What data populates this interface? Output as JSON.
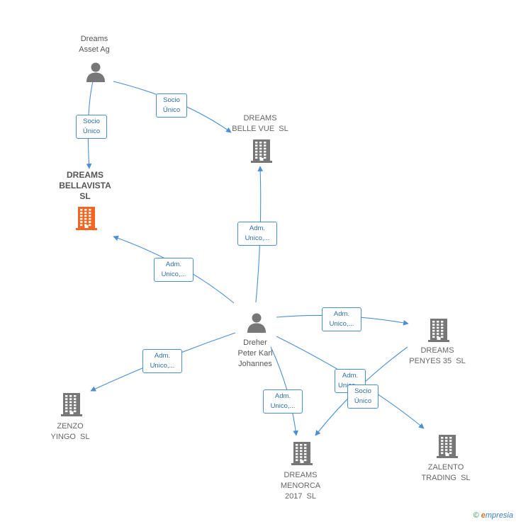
{
  "colors": {
    "edge": "#4a8fd6",
    "node_gray": "#777777",
    "node_focus": "#f26522"
  },
  "nodes": [
    {
      "id": "dreams_asset",
      "kind": "person",
      "label": "Dreams\nAsset Ag",
      "icon": "person-icon"
    },
    {
      "id": "dreams_bellavista",
      "kind": "company",
      "focus": true,
      "label": "DREAMS\nBELLAVISTA\nSL",
      "icon": "building-icon"
    },
    {
      "id": "dreams_bellevue",
      "kind": "company",
      "label": "DREAMS\nBELLE VUE  SL",
      "icon": "building-icon"
    },
    {
      "id": "dreher",
      "kind": "person",
      "label": "Dreher\nPeter Karl\nJohannes",
      "icon": "person-icon"
    },
    {
      "id": "dreams_penyes",
      "kind": "company",
      "label": "DREAMS\nPENYES 35  SL",
      "icon": "building-icon"
    },
    {
      "id": "zenzo",
      "kind": "company",
      "label": "ZENZO\nYINGO  SL",
      "icon": "building-icon"
    },
    {
      "id": "dreams_menorca",
      "kind": "company",
      "label": "DREAMS\nMENORCA\n2017  SL",
      "icon": "building-icon"
    },
    {
      "id": "zalento",
      "kind": "company",
      "label": "ZALENTO\nTRADING  SL",
      "icon": "building-icon"
    }
  ],
  "edges": [
    {
      "from": "dreams_asset",
      "to": "dreams_bellavista",
      "label": "Socio\nÚnico"
    },
    {
      "from": "dreams_asset",
      "to": "dreams_bellevue",
      "label": "Socio\nÚnico"
    },
    {
      "from": "dreher",
      "to": "dreams_bellevue",
      "label": "Adm.\nUnico,..."
    },
    {
      "from": "dreher",
      "to": "dreams_bellavista",
      "label": "Adm.\nUnico,..."
    },
    {
      "from": "dreher",
      "to": "dreams_penyes",
      "label": "Adm.\nUnico,..."
    },
    {
      "from": "dreher",
      "to": "zenzo",
      "label": "Adm.\nUnico,..."
    },
    {
      "from": "dreher",
      "to": "dreams_menorca",
      "label": "Adm.\nUnico,..."
    },
    {
      "from": "dreher",
      "to": "zalento",
      "label": "Adm.\nUnico,..."
    },
    {
      "from": "dreams_penyes",
      "to": "dreams_menorca",
      "label": "Socio\nÚnico"
    }
  ],
  "footer": {
    "copyright_symbol": "©",
    "brand_initial": "e",
    "brand_rest": "mpresia"
  }
}
